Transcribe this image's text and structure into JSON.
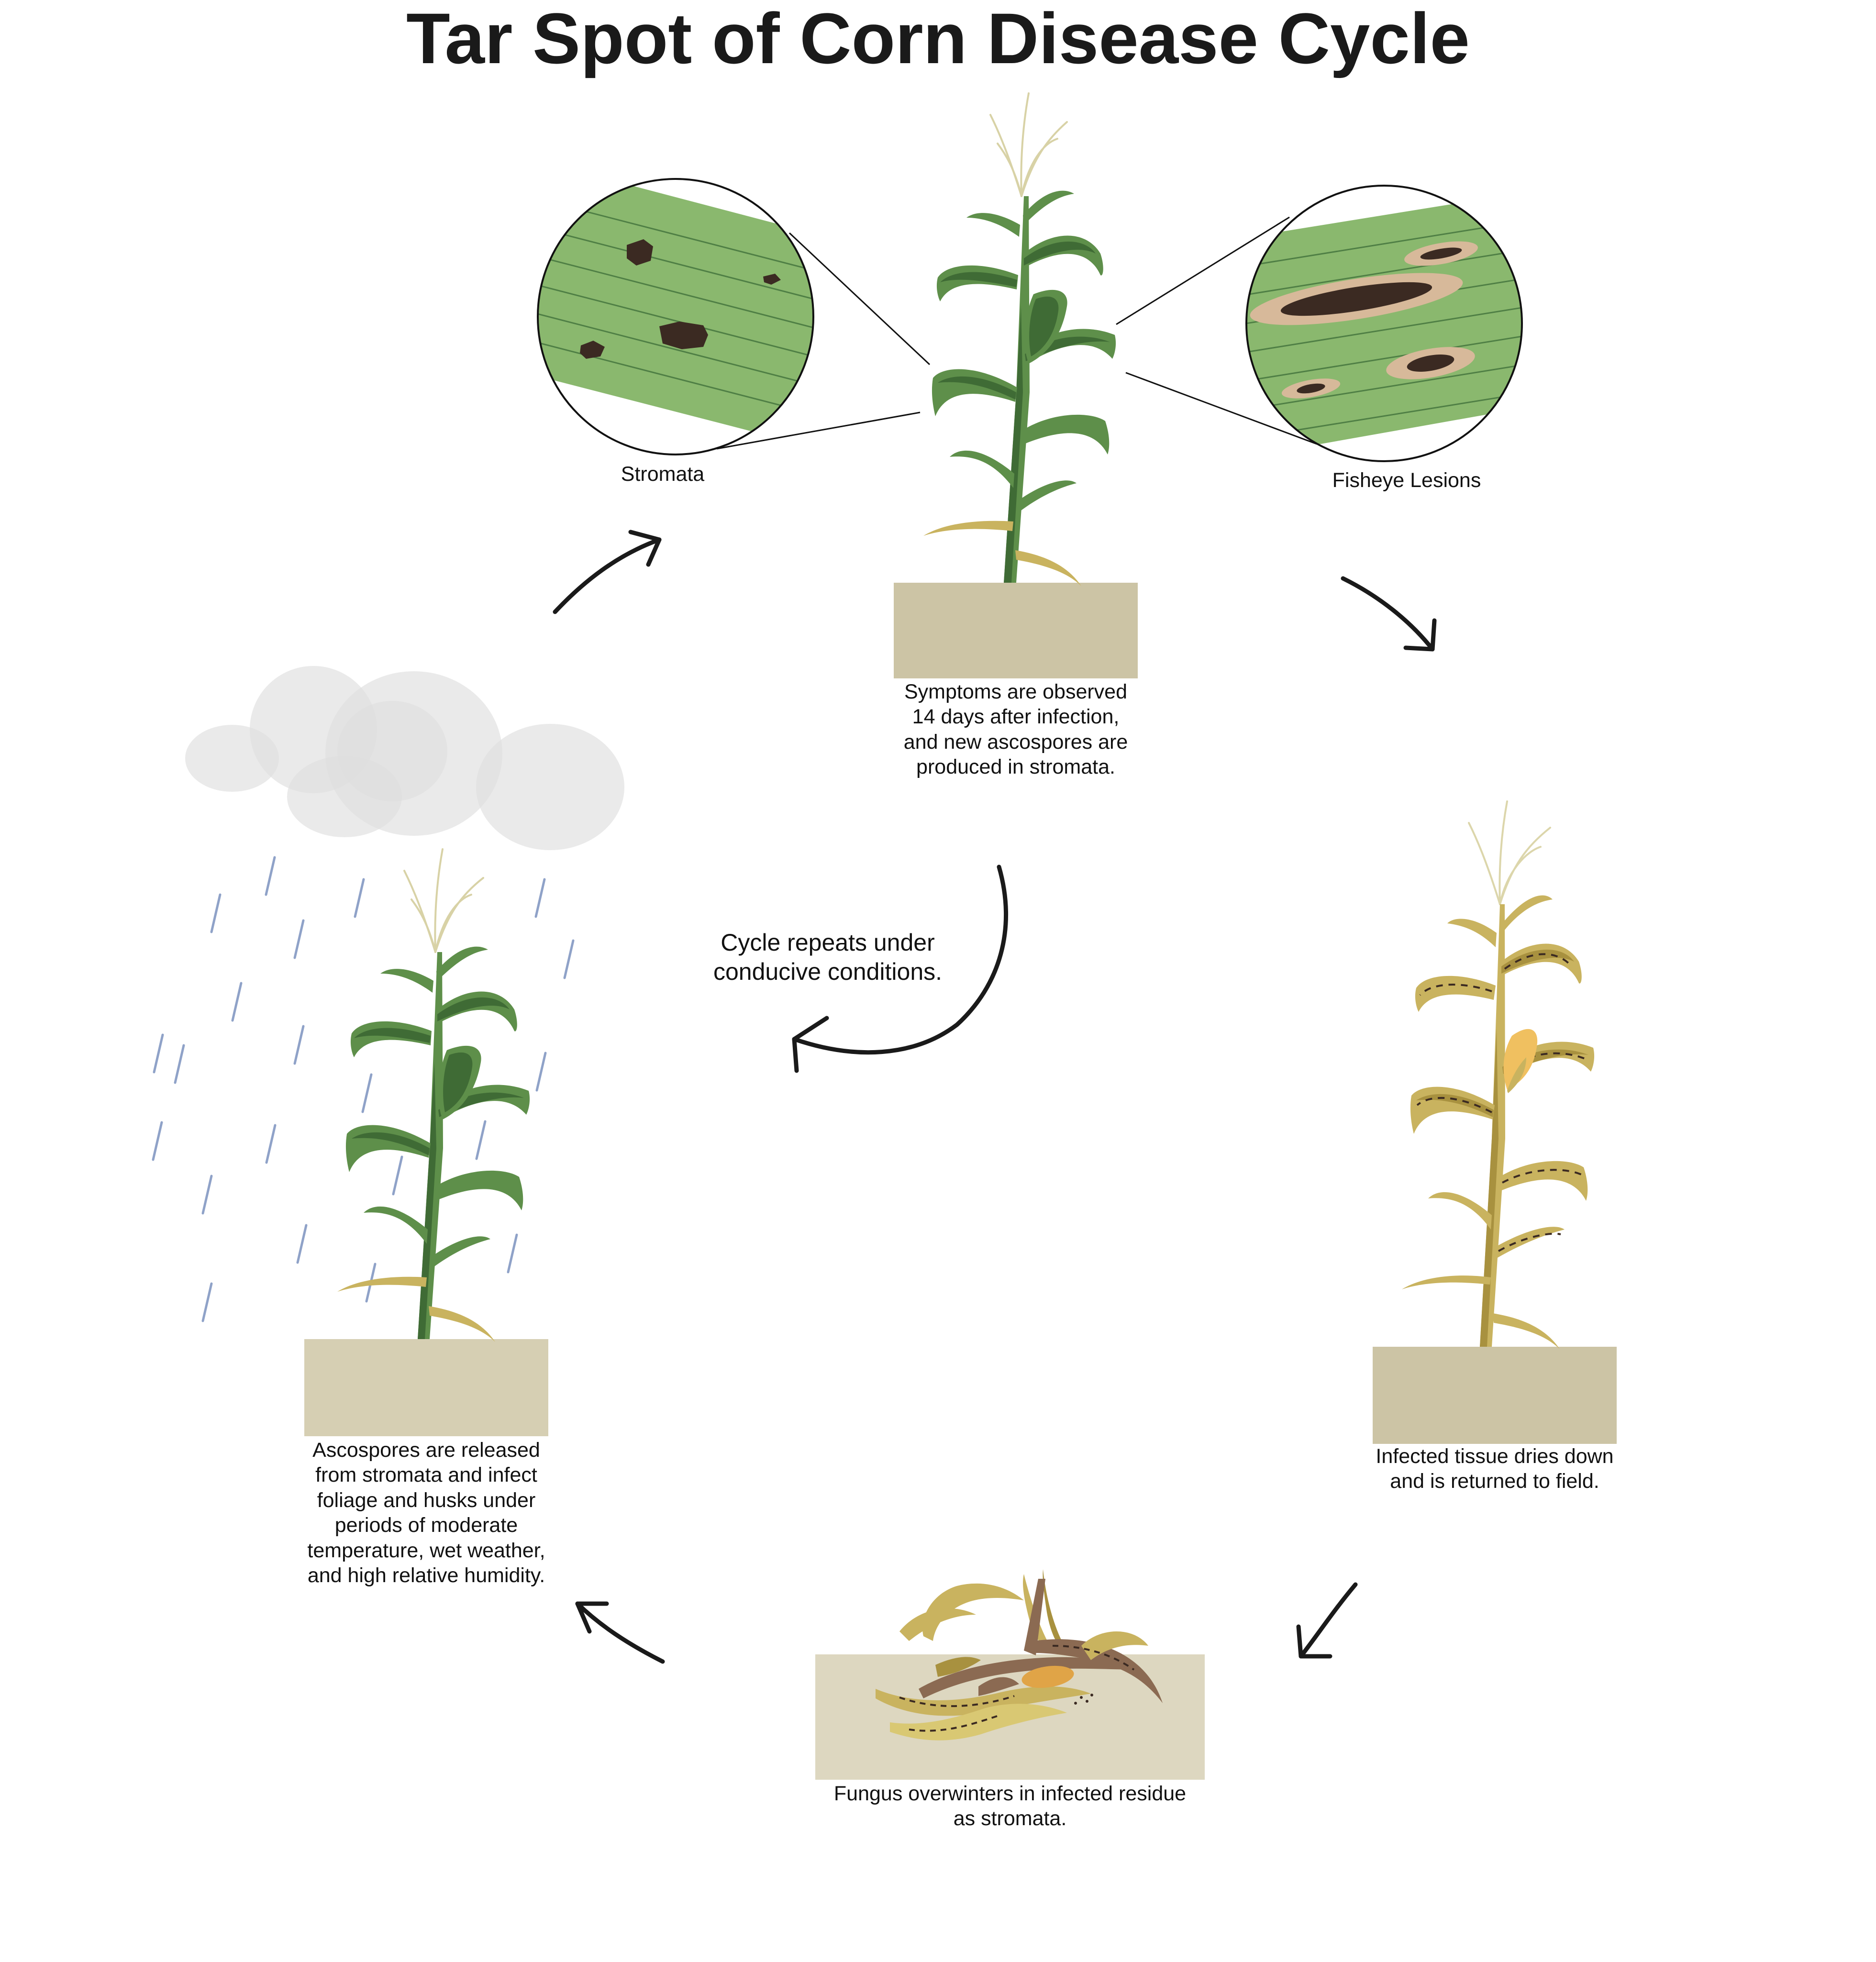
{
  "title": "Tar Spot of Corn Disease Cycle",
  "insets": {
    "left_label": "Stromata",
    "right_label": "Fisheye Lesions"
  },
  "stages": {
    "symptoms": "Symptoms are observed\n14 days after infection,\nand new ascospores are\nproduced in stromata.",
    "dries": "Infected tissue dries down\nand is returned to field.",
    "overwinter": "Fungus overwinters in infected residue\nas stromata.",
    "infection": "Ascospores are released\nfrom stromata and infect\nfoliage and husks under\nperiods of moderate\ntemperature, wet weather,\nand high relative humidity."
  },
  "center": {
    "text": "Cycle repeats under\nconducive conditions."
  },
  "colors": {
    "leaf_green": "#5e8f4a",
    "leaf_dark": "#3f6b35",
    "leaf_light": "#8dbb6f",
    "dry_leaf": "#c9b35f",
    "dry_leaf_dark": "#a8913f",
    "soil_top": "#ccc4a5",
    "soil_left": "#d6cfb3",
    "soil_bottom": "#ddd7c0",
    "inset_green": "#8ab86e",
    "stroma": "#3b2a22",
    "halo": "#d7b99a",
    "cloud": "#e3e3e3",
    "rain": "#8fa2c8",
    "arrow": "#1a1a1a"
  }
}
